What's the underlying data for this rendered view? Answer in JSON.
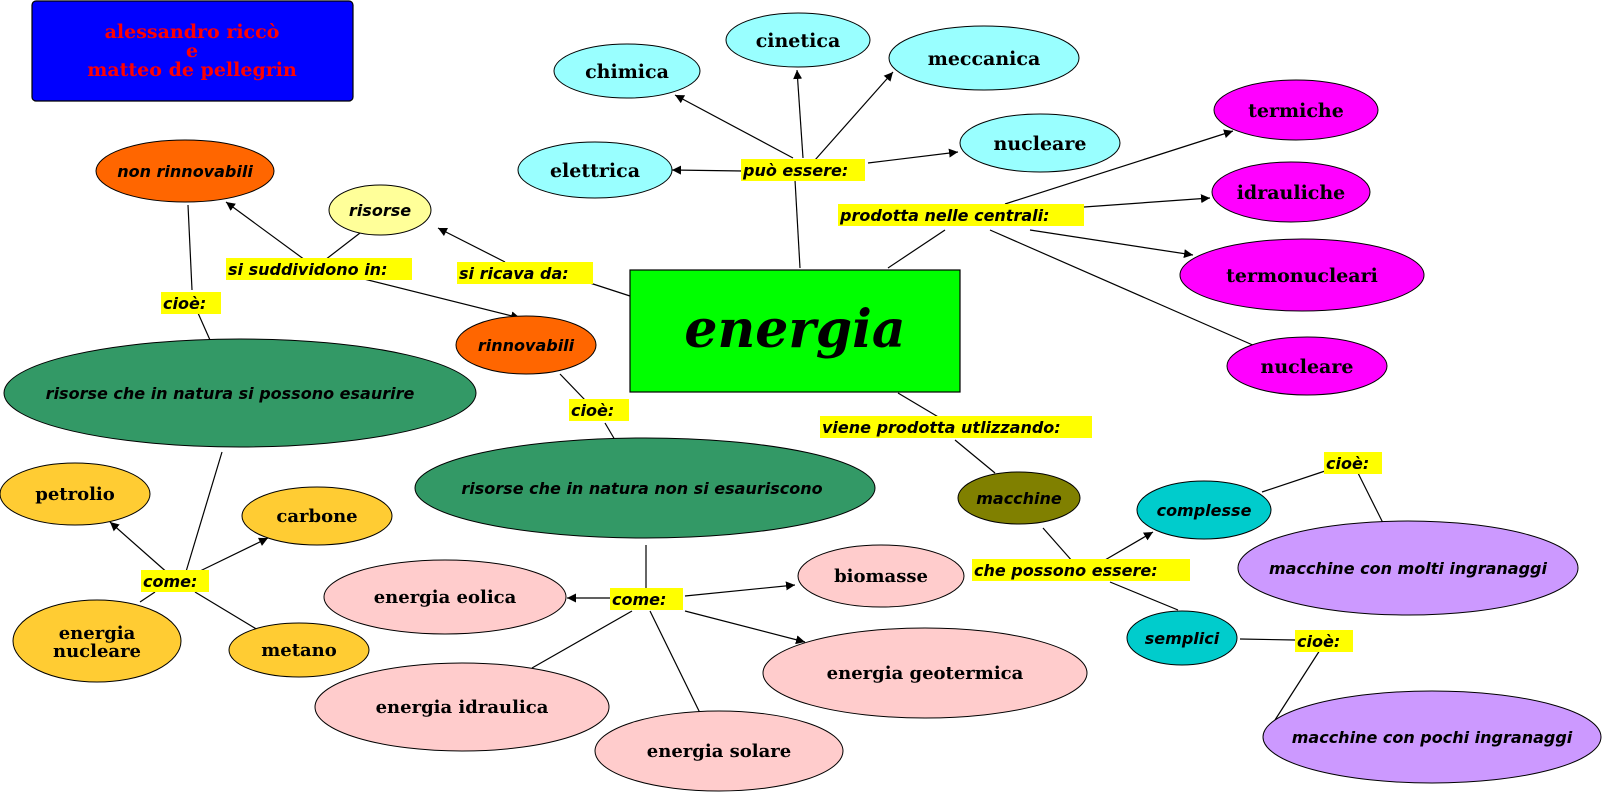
{
  "authors": {
    "line1": "alessandro riccò",
    "line2": "e",
    "line3": "matteo de pellegrin"
  },
  "center": {
    "label": "energia"
  },
  "links": {
    "puo_essere": "può essere:",
    "prodotta_centrali": "prodotta nelle centrali:",
    "si_ricava_da": "si ricava da:",
    "si_suddividono_in": "si suddividono in:",
    "cioe_1": "cioè:",
    "cioe_2": "cioè:",
    "cioe_3": "cioè:",
    "cioe_4": "cioè:",
    "come_1": "come:",
    "come_2": "come:",
    "viene_prodotta": "viene prodotta utlizzando:",
    "che_possono_essere": "che possono essere:"
  },
  "forms": {
    "chimica": "chimica",
    "cinetica": "cinetica",
    "meccanica": "meccanica",
    "elettrica": "elettrica",
    "nucleare": "nucleare"
  },
  "centrali": {
    "termiche": "termiche",
    "idrauliche": "idrauliche",
    "termonucleari": "termonucleari",
    "nucleare": "nucleare"
  },
  "risorse": {
    "label": "risorse",
    "non_rinnovabili": "non rinnovabili",
    "rinnovabili": "rinnovabili",
    "desc_esauribili": "risorse che in natura si possono esaurire",
    "desc_inesauribili": "risorse che in natura non si esauriscono"
  },
  "non_rinnovabili_examples": {
    "petrolio": "petrolio",
    "carbone": "carbone",
    "nucleare_line1": "energia",
    "nucleare_line2": "nucleare",
    "metano": "metano"
  },
  "rinnovabili_examples": {
    "eolica": "energia eolica",
    "biomasse": "biomasse",
    "geotermica": "energia geotermica",
    "idraulica": "energia idraulica",
    "solare": "energia solare"
  },
  "macchine": {
    "label": "macchine",
    "complesse": "complesse",
    "semplici": "semplici",
    "molti": "macchine con molti ingranaggi",
    "pochi": "macchine con pochi ingranaggi"
  },
  "colors": {
    "center": "#00ff00",
    "cyan": "#99ffff",
    "magenta": "#ff00ff",
    "orange": "#ff6600",
    "lightyellow": "#ffff99",
    "darkgreen": "#339966",
    "gold": "#ffcc33",
    "pink": "#ffcccc",
    "olive": "#808000",
    "teal": "#00cccc",
    "lavender": "#cc99ff",
    "highlight": "#ffff00",
    "author_bg": "#0000ff",
    "author_text": "#ff0000"
  }
}
